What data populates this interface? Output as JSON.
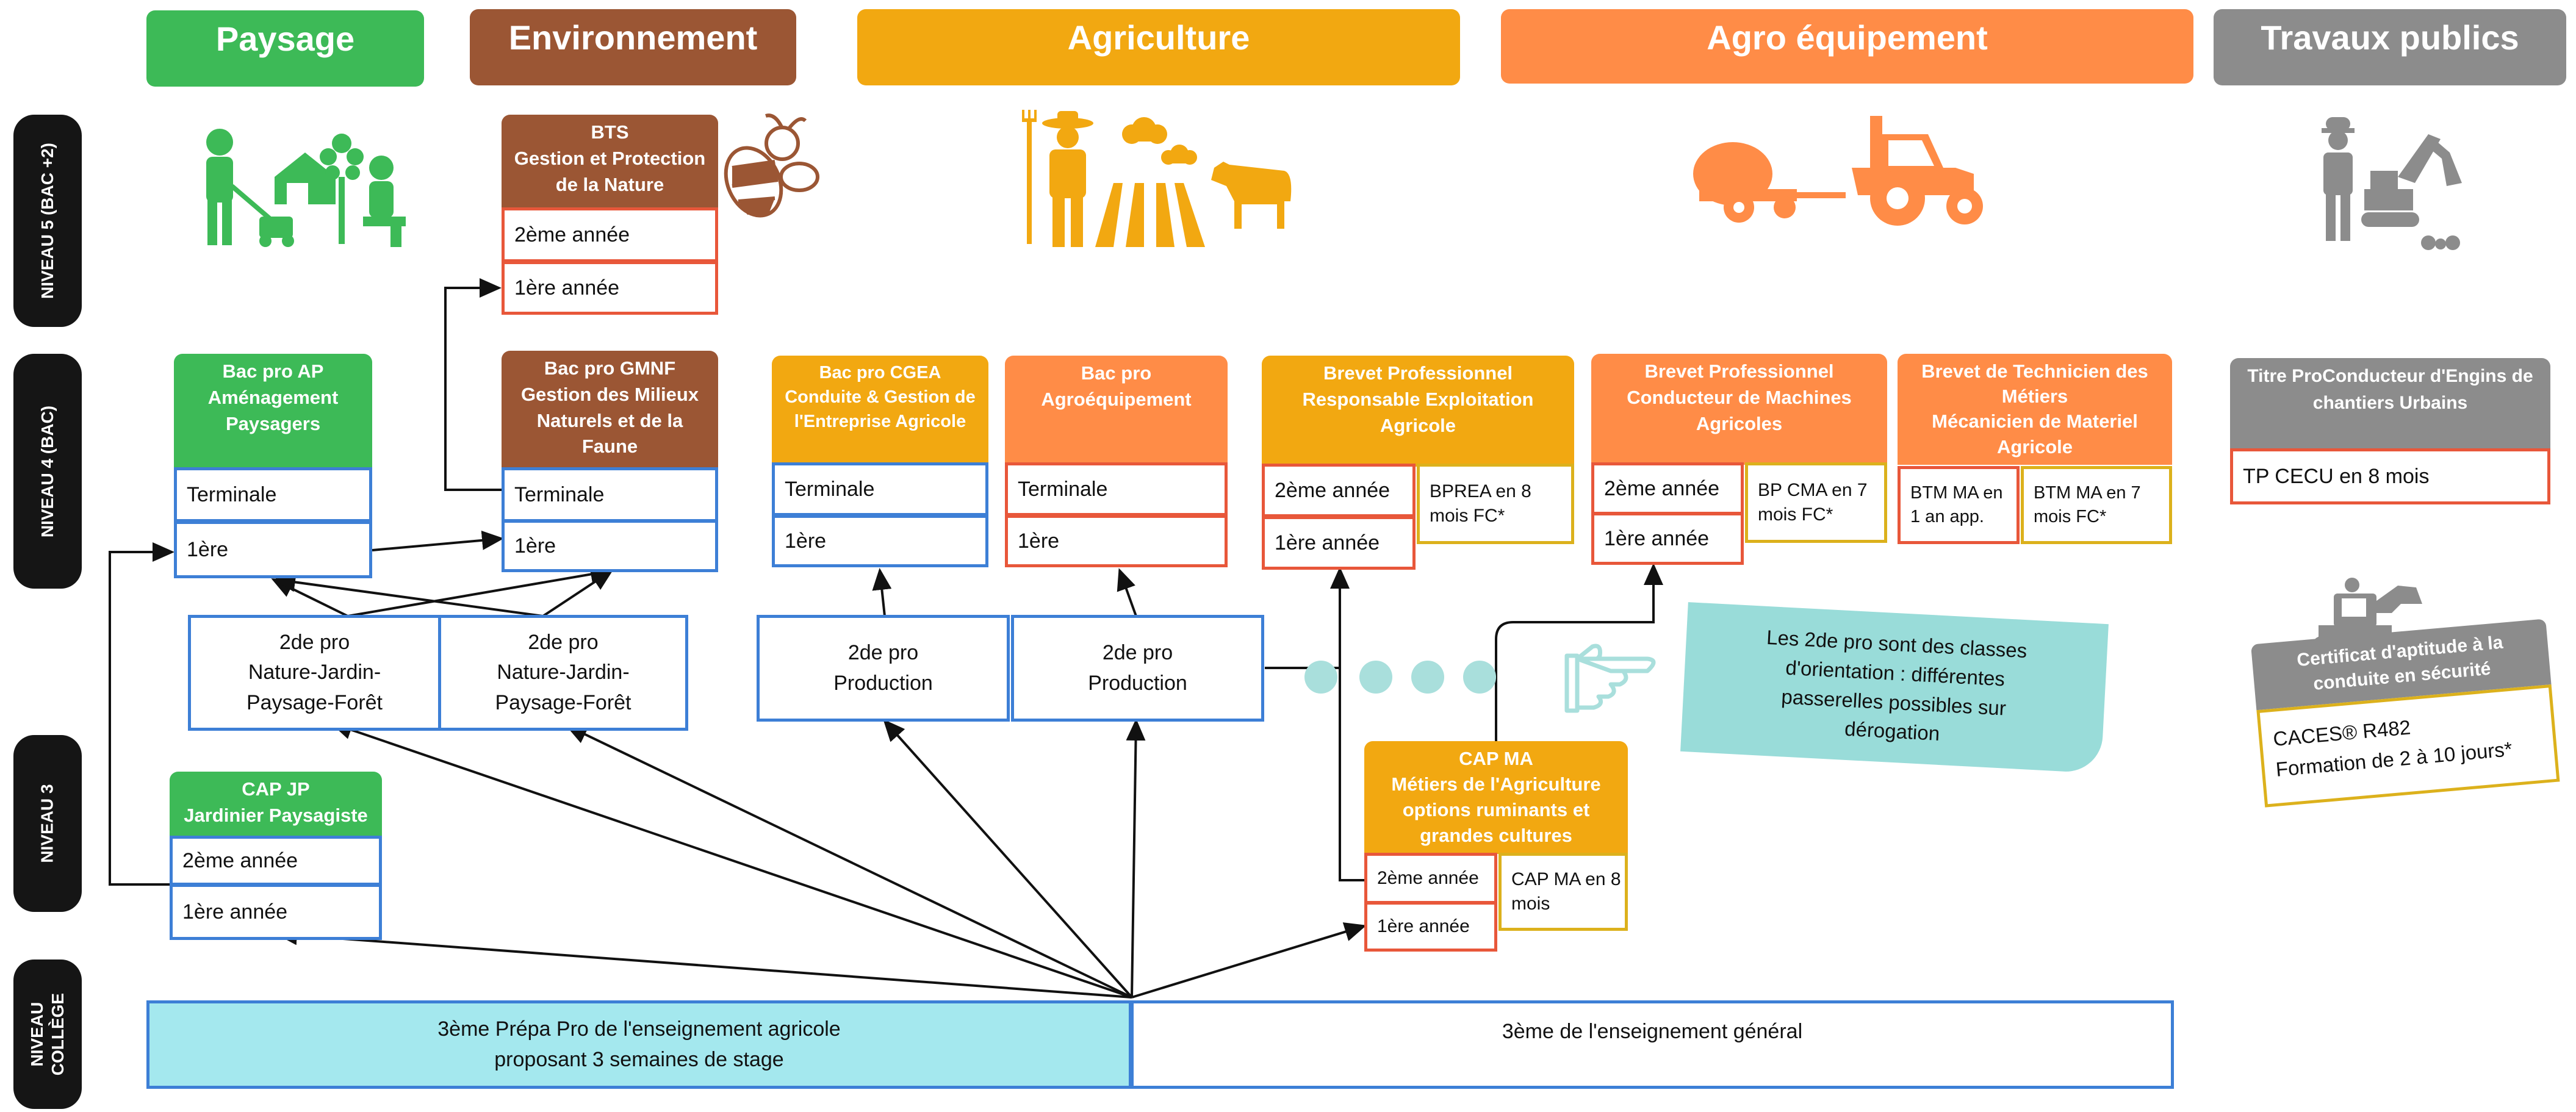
{
  "colors": {
    "paysage": "#3dba57",
    "environnement": "#9b5634",
    "agriculture": "#f2a811",
    "agro": "#ff8c47",
    "tp": "#8c8c8c",
    "blue": "#3d7fd6",
    "red": "#e8573a",
    "yellow": "#dcb11c",
    "cyan": "#a4e8ee",
    "note": "#99dcd9"
  },
  "headers": {
    "paysage": "Paysage",
    "environnement": "Environnement",
    "agriculture": "Agriculture",
    "agro": "Agro équipement",
    "tp": "Travaux publics"
  },
  "levels": {
    "n5": "NIVEAU 5 (BAC +2)",
    "n4": "NIVEAU 4 (BAC)",
    "n3": "NIVEAU 3",
    "college": "NIVEAU\nCOLLÈGE"
  },
  "icons": {
    "paysage": "gardeners-icon",
    "agriculture": "farmer-field-cow-icon",
    "agro": "tractor-baler-icon",
    "tp": "worker-excavator-icon",
    "bee": "bee-icon",
    "hand": "pointing-hand-icon",
    "caces": "skid-loader-icon"
  },
  "bts": {
    "title": "BTS\nGestion et Protection\nde la Nature",
    "y2": "2ème année",
    "y1": "1ère année"
  },
  "bac_ap": {
    "title": "Bac pro AP\nAménagement\nPaysagers",
    "t": "Terminale",
    "p": "1ère"
  },
  "bac_gmnf": {
    "title": "Bac pro GMNF\nGestion des Milieux\nNaturels et de la\nFaune",
    "t": "Terminale",
    "p": "1ère"
  },
  "bac_cgea": {
    "title": "Bac pro CGEA\nConduite & Gestion de\nl'Entreprise Agricole",
    "t": "Terminale",
    "p": "1ère"
  },
  "bac_agro": {
    "title": "Bac pro\nAgroéquipement",
    "t": "Terminale",
    "p": "1ère"
  },
  "bp_rea": {
    "title": "Brevet Professionnel\nResponsable Exploitation\nAgricole",
    "y2": "2ème année",
    "y1": "1ère année",
    "fc": "BPREA\nen 8 mois FC*"
  },
  "bp_cma": {
    "title": "Brevet Professionnel\nConducteur de Machines\nAgricoles",
    "y2": "2ème année",
    "y1": "1ère année",
    "fc": "BP CMA\nen 7 mois FC*"
  },
  "btm": {
    "title": "Brevet de Technicien des\nMétiers\nMécanicien de Materiel\nAgricole",
    "app": "BTM MA en\n1 an app.",
    "fc": "BTM MA\nen 7 mois FC*"
  },
  "tp_cecu": {
    "title": "Titre ProConducteur d'Engins de\nchantiers Urbains",
    "cell": "TP CECU en 8 mois"
  },
  "seconde": {
    "njpf1": "2de pro\nNature-Jardin-\nPaysage-Forêt",
    "njpf2": "2de pro\nNature-Jardin-\nPaysage-Forêt",
    "prod1": "2de pro\nProduction",
    "prod2": "2de pro\nProduction"
  },
  "cap_jp": {
    "title": "CAP JP\nJardinier Paysagiste",
    "y2": "2ème année",
    "y1": "1ère année"
  },
  "cap_ma": {
    "title": "CAP MA\nMétiers de l'Agriculture\noptions ruminants et\ngrandes cultures",
    "y2": "2ème année",
    "y1": "1ère année",
    "fc": "CAP MA en\n8 mois"
  },
  "note": "Les 2de pro sont des classes\nd'orientation : différentes\npasserelles possibles sur\ndérogation",
  "caces": {
    "title": "Certificat d'aptitude à la\nconduite en sécurité",
    "body": "CACES® R482\nFormation de 2 à 10 jours*"
  },
  "college": {
    "prepa": "3ème Prépa Pro  de l'enseignement agricole\nproposant 3 semaines de stage",
    "general": "3ème de l'enseignement général"
  }
}
